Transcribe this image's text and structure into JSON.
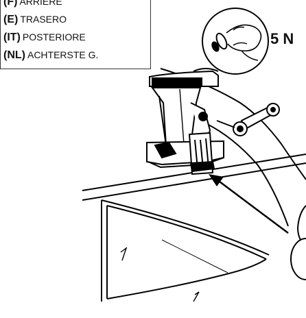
{
  "labels": {
    "items": [
      {
        "code": "(F)",
        "text": "ARRIÈRE"
      },
      {
        "code": "(E)",
        "text": "TRASERO"
      },
      {
        "code": "(IT)",
        "text": "POSTERIORE"
      },
      {
        "code": "(NL)",
        "text": "ACHTERSTE G."
      }
    ]
  },
  "step": {
    "label": "5 N"
  },
  "icons": {
    "callout": "hand-turning-knob-icon"
  }
}
